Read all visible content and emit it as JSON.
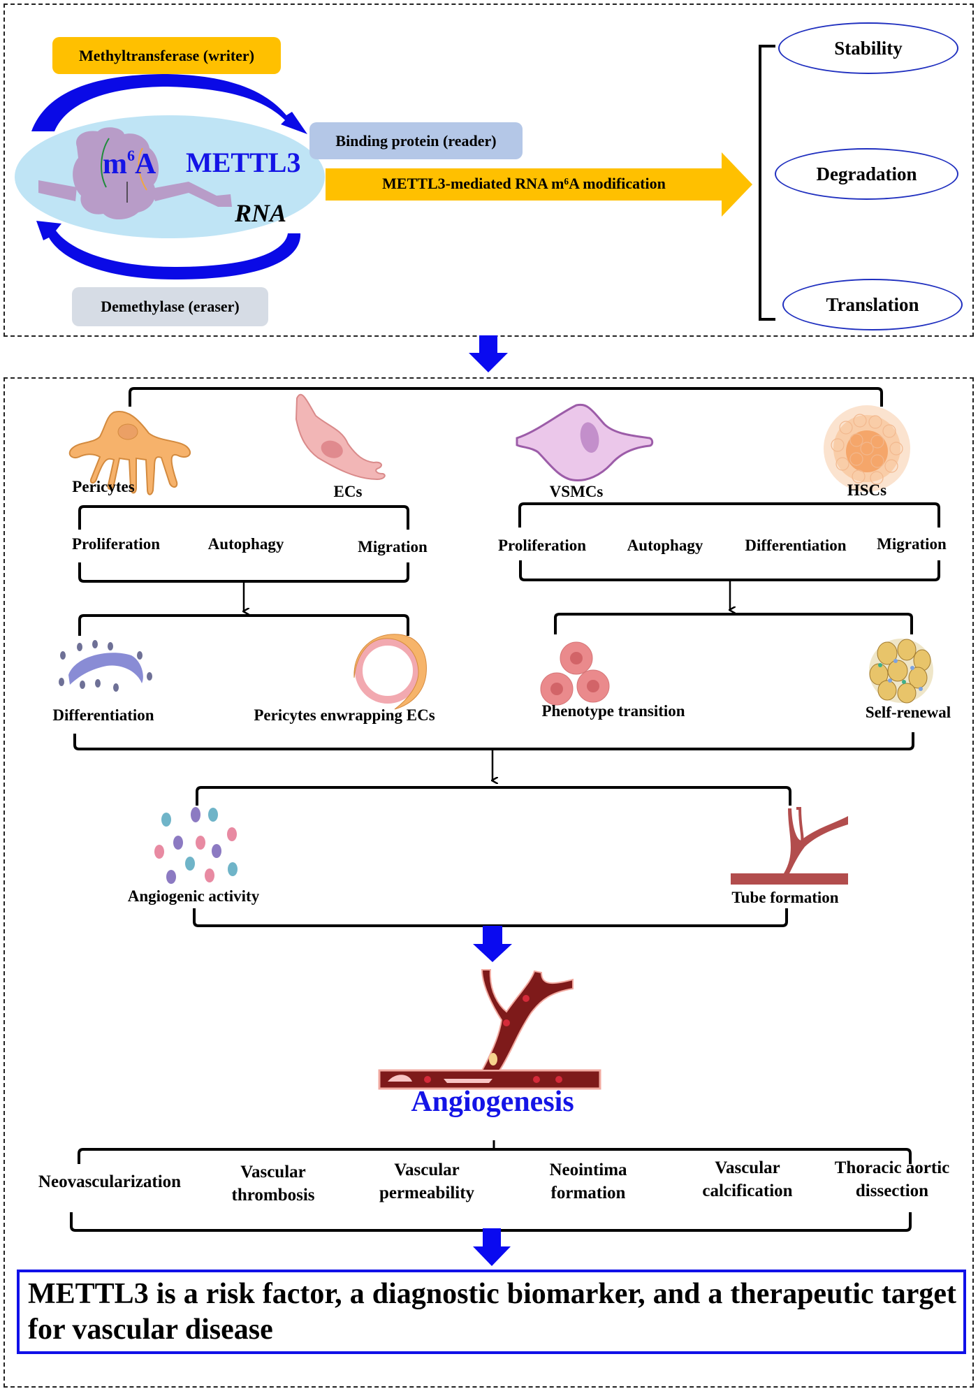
{
  "top_section": {
    "writer_label": "Methyltransferase (writer)",
    "reader_label": "Binding protein (reader)",
    "eraser_label": "Demethylase (eraser)",
    "enzyme_label": "METTL3",
    "mark_label_base": "m",
    "mark_label_sup": "6",
    "mark_label_end": "A",
    "rna_label": "RNA",
    "modification_arrow_label": "METTL3-mediated RNA m⁶A modification",
    "outcomes": [
      "Stability",
      "Degradation",
      "Translation"
    ]
  },
  "cell_types": {
    "left": [
      {
        "name": "Pericytes",
        "icon": "pericyte-cell-icon"
      },
      {
        "name": "ECs",
        "icon": "endothelial-cell-icon"
      }
    ],
    "right": [
      {
        "name": "VSMCs",
        "icon": "smooth-muscle-cell-icon"
      },
      {
        "name": "HSCs",
        "icon": "stem-cell-cluster-icon"
      }
    ]
  },
  "processes": {
    "left": [
      "Proliferation",
      "Autophagy",
      "Migration"
    ],
    "right": [
      "Proliferation",
      "Autophagy",
      "Differentiation",
      "Migration"
    ]
  },
  "effects": {
    "left": [
      "Differentiation",
      "Pericytes enwrapping ECs"
    ],
    "right": [
      "Phenotype transition",
      "Self-renewal"
    ]
  },
  "activities": [
    "Angiogenic activity",
    "Tube formation"
  ],
  "angiogenesis_label": "Angiogenesis",
  "diseases": [
    {
      "line1": "Neovascularization",
      "line2": ""
    },
    {
      "line1": "Vascular",
      "line2": "thrombosis"
    },
    {
      "line1": "Vascular",
      "line2": "permeability"
    },
    {
      "line1": "Neointima",
      "line2": "formation"
    },
    {
      "line1": "Vascular",
      "line2": "calcification"
    },
    {
      "line1": "Thoracic aortic",
      "line2": "dissection"
    }
  ],
  "conclusion": "METTL3 is a risk factor, a diagnostic biomarker, and a therapeutic target for vascular disease",
  "colors": {
    "writer": "#FFC000",
    "reader": "#B4C7E7",
    "eraser": "#D6DCE5",
    "ellipse": "#BFE4F5",
    "arrow_blue": "#0A0AF0",
    "title_blue": "#1414E6"
  }
}
